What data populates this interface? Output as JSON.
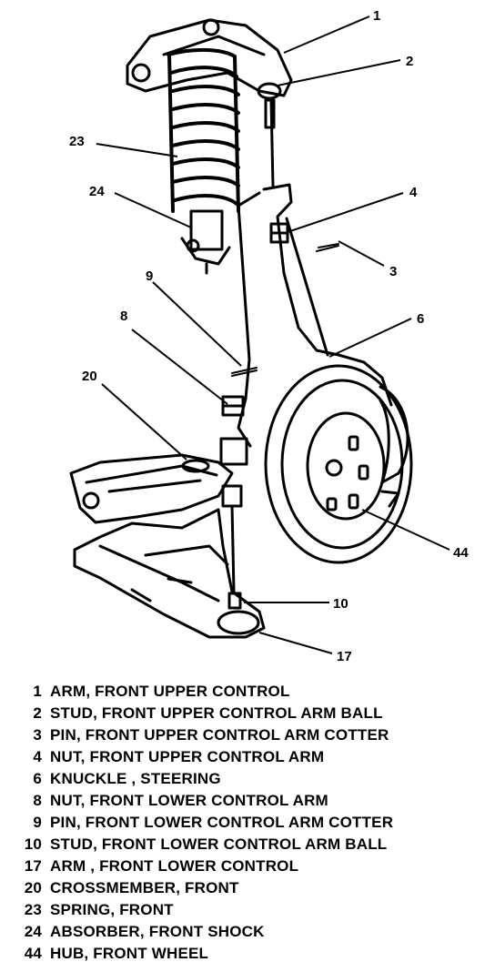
{
  "callouts": [
    "1",
    "2",
    "23",
    "24",
    "4",
    "3",
    "9",
    "6",
    "8",
    "20",
    "44",
    "10",
    "17"
  ],
  "legend": [
    {
      "num": "1",
      "text": "ARM, FRONT UPPER CONTROL"
    },
    {
      "num": "2",
      "text": "STUD, FRONT UPPER CONTROL ARM BALL"
    },
    {
      "num": "3",
      "text": "PIN, FRONT UPPER CONTROL ARM COTTER"
    },
    {
      "num": "4",
      "text": "NUT, FRONT UPPER CONTROL ARM"
    },
    {
      "num": "6",
      "text": "KNUCKLE , STEERING"
    },
    {
      "num": "8",
      "text": "NUT, FRONT LOWER CONTROL ARM"
    },
    {
      "num": "9",
      "text": "PIN, FRONT LOWER CONTROL ARM COTTER"
    },
    {
      "num": "10",
      "text": "STUD, FRONT LOWER CONTROL ARM BALL"
    },
    {
      "num": "17",
      "text": "ARM , FRONT LOWER CONTROL"
    },
    {
      "num": "20",
      "text": "CROSSMEMBER, FRONT"
    },
    {
      "num": "23",
      "text": "SPRING, FRONT"
    },
    {
      "num": "24",
      "text": "ABSORBER, FRONT SHOCK"
    },
    {
      "num": "44",
      "text": "HUB, FRONT WHEEL"
    }
  ]
}
